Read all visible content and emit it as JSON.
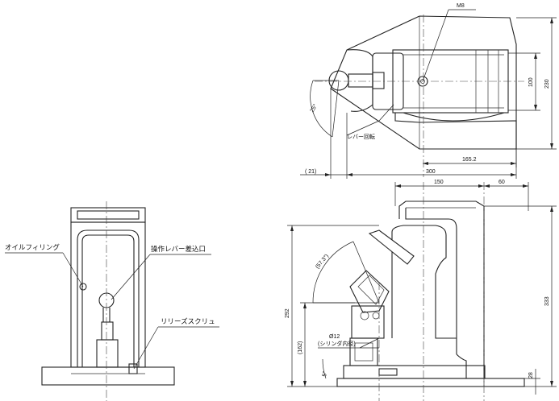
{
  "labels": {
    "m8": "M8",
    "dim_230": "230",
    "dim_100": "100",
    "dim_165_2": "165.2",
    "angle_25": "25°",
    "lever_rotation": "レバー回転",
    "dim_21": "( 21)",
    "dim_300": "300",
    "dim_150": "150",
    "dim_60": "60",
    "dim_292": "292",
    "dim_333": "333",
    "angle_57_3": "(57.3°)",
    "dia_12": "Ø12",
    "cylinder_inner": "(シリンダ内径)",
    "dim_162": "(162)",
    "angle_5": "5°",
    "dim_28": "28",
    "oil_filling": "オイルフィリング",
    "lever_socket": "操作レバー差込口",
    "release_screw": "リリーズスクリュ"
  }
}
